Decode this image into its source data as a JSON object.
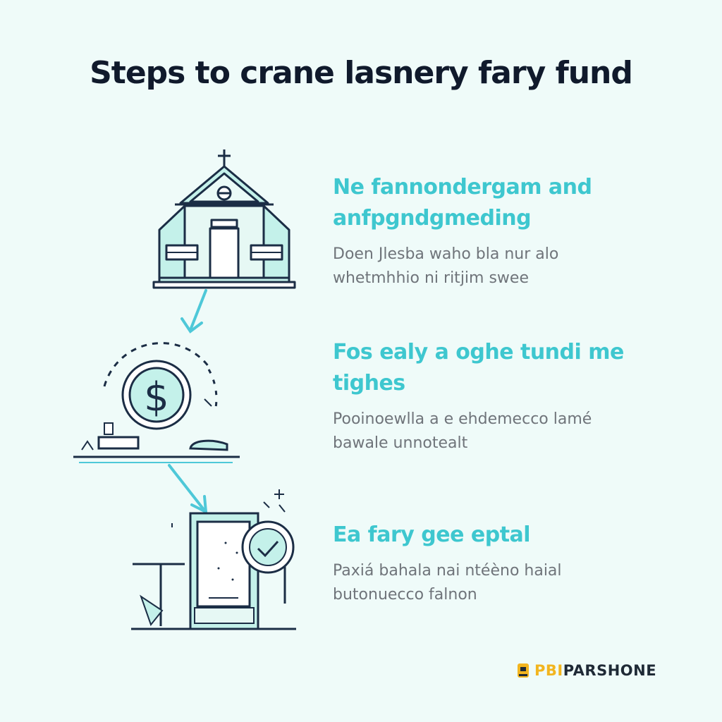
{
  "title": "Steps to crane lasnery fary fund",
  "steps": [
    {
      "heading": "Ne fannondergam and anfpgndgmeding",
      "description": "Doen Jlesba waho bla nur alo whetmhhio ni ritjim swee",
      "icon": "church-icon"
    },
    {
      "heading": "Fos ealy a oghe tundi me tighes",
      "description": "Pooinoewlla a e ehdemecco lamé bawale unnotealt",
      "icon": "coin-on-shelf-icon"
    },
    {
      "heading": "Ea fary gee eptal",
      "description": "Paxiá bahala nai ntéèno haial butonuecco falnon",
      "icon": "door-checkmark-icon"
    }
  ],
  "coin_symbol": "$",
  "brand": {
    "prefix": "PBI",
    "name": "PARSHONE",
    "accent_color": "#f2b51f"
  },
  "colors": {
    "background": "#effbf9",
    "title": "#101a2c",
    "step_heading": "#3ec7cf",
    "step_text": "#6f747a",
    "line_art": "#1b2d45",
    "fill": "#c4f1ea",
    "arrow": "#4ec8d8"
  }
}
